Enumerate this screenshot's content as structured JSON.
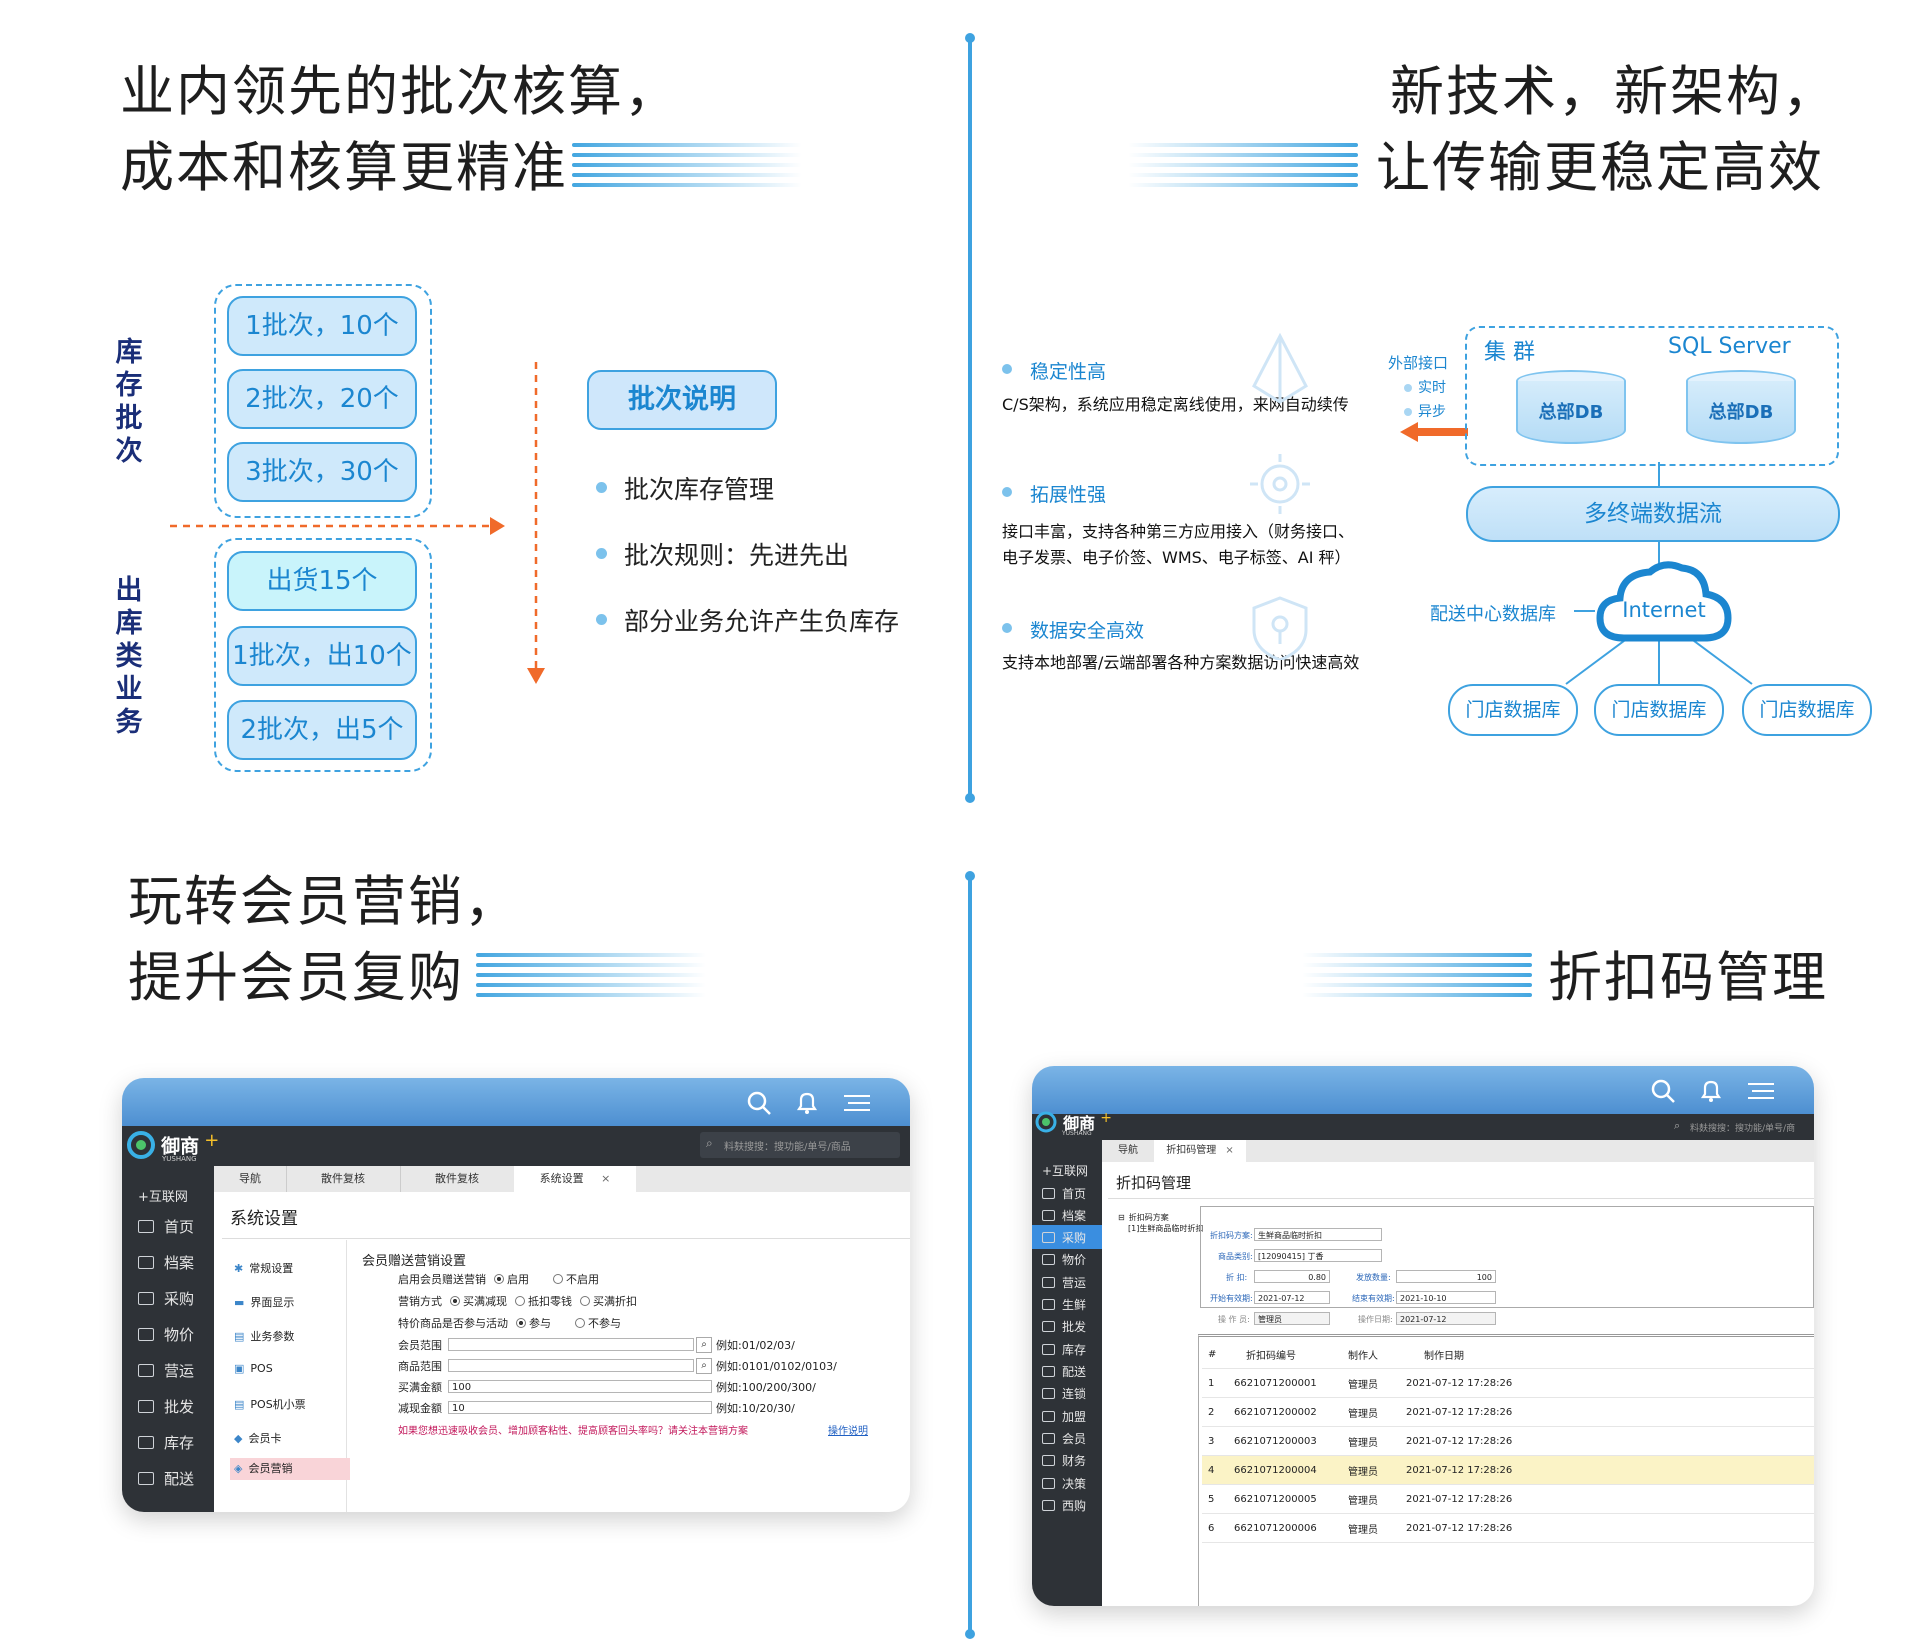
{
  "q1": {
    "heading_line1": "业内领先的批次核算，",
    "heading_line2": "成本和核算更精准",
    "inventory_label": "库存批次",
    "outbound_label": "出库类业务",
    "inventory_batches": [
      "1批次，10个",
      "2批次，20个",
      "3批次，30个"
    ],
    "outbound_items": [
      "出货15个",
      "1批次，出10个",
      "2批次，出5个"
    ],
    "note_title": "批次说明",
    "bullets": [
      "批次库存管理",
      "批次规则：先进先出",
      "部分业务允许产生负库存"
    ]
  },
  "q2": {
    "heading_line1": "新技术，新架构，",
    "heading_line2": "让传输更稳定高效",
    "features": [
      {
        "title": "稳定性高",
        "desc": "C/S架构，系统应用稳定离线使用，来网自动续传"
      },
      {
        "title": "拓展性强",
        "desc_line1": "接口丰富，支持各种第三方应用接入（财务接口、",
        "desc_line2": "电子发票、电子价签、WMS、电子标签、AI 秤）"
      },
      {
        "title": "数据安全高效",
        "desc": "支持本地部署/云端部署各种方案数据访问快速高效"
      }
    ],
    "external_interface": "外部接口",
    "realtime": "实时",
    "async": "异步",
    "cluster_label": "集 群",
    "sql_server": "SQL Server",
    "db_labels": [
      "总部DB",
      "总部DB"
    ],
    "data_stream": "多终端数据流",
    "distribution_db": "配送中心数据库",
    "internet": "Internet",
    "store_dbs": [
      "门店数据库",
      "门店数据库",
      "门店数据库"
    ]
  },
  "q3": {
    "heading_line1": "玩转会员营销，",
    "heading_line2": "提升会员复购",
    "window": {
      "logo_name": "御商",
      "logo_sub": "YUSHANG",
      "search_placeholder": "料麸搜搜：搜功能/单号/商品",
      "sidebar": [
        "+互联网",
        "首页",
        "档案",
        "采购",
        "物价",
        "营运",
        "批发",
        "库存",
        "配送"
      ],
      "tabs": [
        "导航",
        "散件复核",
        "散件复核",
        "系统设置"
      ],
      "page_title": "系统设置",
      "menu": [
        "常规设置",
        "界面显示",
        "业务参数",
        "POS",
        "POS机小票",
        "会员卡",
        "会员营销"
      ],
      "section_title": "会员赠送营销设置",
      "rows": [
        {
          "label": "启用会员赠送营销",
          "options": [
            "启用",
            "不启用"
          ]
        },
        {
          "label": "营销方式",
          "options": [
            "买满减现",
            "抵扣零钱",
            "买满折扣"
          ]
        },
        {
          "label": "特价商品是否参与活动",
          "options": [
            "参与",
            "不参与"
          ]
        }
      ],
      "fields": [
        {
          "label": "会员范围",
          "value": "",
          "example": "例如:01/02/03/"
        },
        {
          "label": "商品范围",
          "value": "",
          "example": "例如:0101/0102/0103/"
        },
        {
          "label": "买满金额",
          "value": "100",
          "example": "例如:100/200/300/"
        },
        {
          "label": "减现金额",
          "value": "10",
          "example": "例如:10/20/30/"
        }
      ],
      "hint": "如果您想迅速吸收会员、增加顾客粘性、提高顾客回头率吗？请关注本营销方案",
      "hint_link": "操作说明"
    }
  },
  "q4": {
    "heading": "折扣码管理",
    "window": {
      "logo_name": "御商",
      "logo_sub": "YUSHANG",
      "search_placeholder": "料麸搜搜：搜功能/单号/商",
      "sidebar": [
        "+互联网",
        "首页",
        "档案",
        "采购",
        "物价",
        "营运",
        "生鲜",
        "批发",
        "库存",
        "配送",
        "连锁",
        "加盟",
        "会员",
        "财务",
        "决策",
        "西购"
      ],
      "tabs": [
        "导航",
        "折扣码管理"
      ],
      "page_title": "折扣码管理",
      "tree": [
        "折扣码方案",
        "[1]生鲜商品临时折扣"
      ],
      "form": {
        "plan_label": "折扣码方案:",
        "plan_value": "生鲜商品临时折扣",
        "category_label": "商品类别:",
        "category_value": "[12090415] 丁香",
        "discount_label": "折  扣:",
        "discount_value": "0.80",
        "count_label": "发放数量:",
        "count_value": "100",
        "start_label": "开始有效期:",
        "start_value": "2021-07-12",
        "end_label": "结束有效期:",
        "end_value": "2021-10-10",
        "operator_label": "操 作 员:",
        "operator_value": "管理员",
        "op_date_label": "操作日期:",
        "op_date_value": "2021-07-12"
      },
      "table_headers": [
        "#",
        "折扣码编号",
        "制作人",
        "制作日期"
      ],
      "rows": [
        [
          "1",
          "6621071200001",
          "管理员",
          "2021-07-12 17:28:26"
        ],
        [
          "2",
          "6621071200002",
          "管理员",
          "2021-07-12 17:28:26"
        ],
        [
          "3",
          "6621071200003",
          "管理员",
          "2021-07-12 17:28:26"
        ],
        [
          "4",
          "6621071200004",
          "管理员",
          "2021-07-12 17:28:26"
        ],
        [
          "5",
          "6621071200005",
          "管理员",
          "2021-07-12 17:28:26"
        ],
        [
          "6",
          "6621071200006",
          "管理员",
          "2021-07-12 17:28:26"
        ]
      ]
    }
  },
  "colors": {
    "accent": "#3ea2e0",
    "navy": "#1a2e78",
    "orange": "#f06a2a"
  }
}
